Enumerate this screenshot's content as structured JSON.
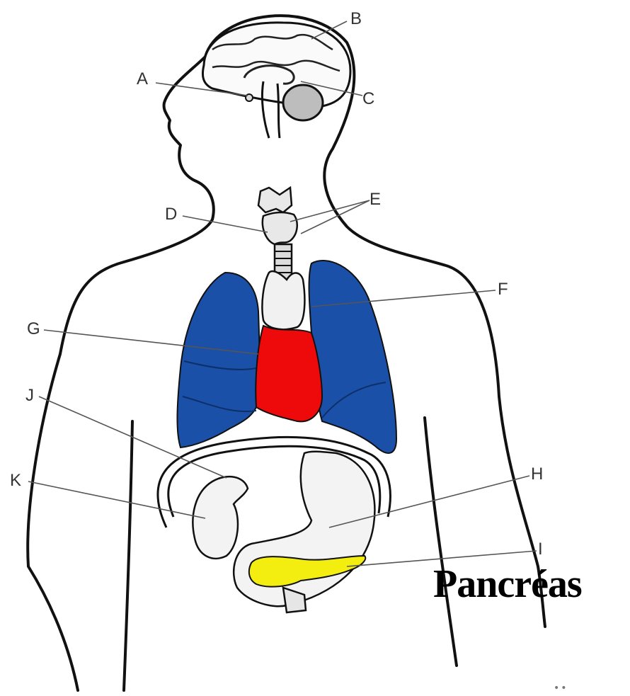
{
  "labels": {
    "a": "A",
    "b": "B",
    "c": "C",
    "d": "D",
    "e": "E",
    "f": "F",
    "g": "G",
    "h": "H",
    "i": "I",
    "j": "J",
    "k": "K"
  },
  "highlight_caption": "Pancréas",
  "corner_mark": "••",
  "colors": {
    "lungs": "#1b50a8",
    "heart": "#ee0a0a",
    "pancreas": "#f3ee10",
    "outline": "#111111",
    "organ_fill": "#f3f3f3"
  }
}
